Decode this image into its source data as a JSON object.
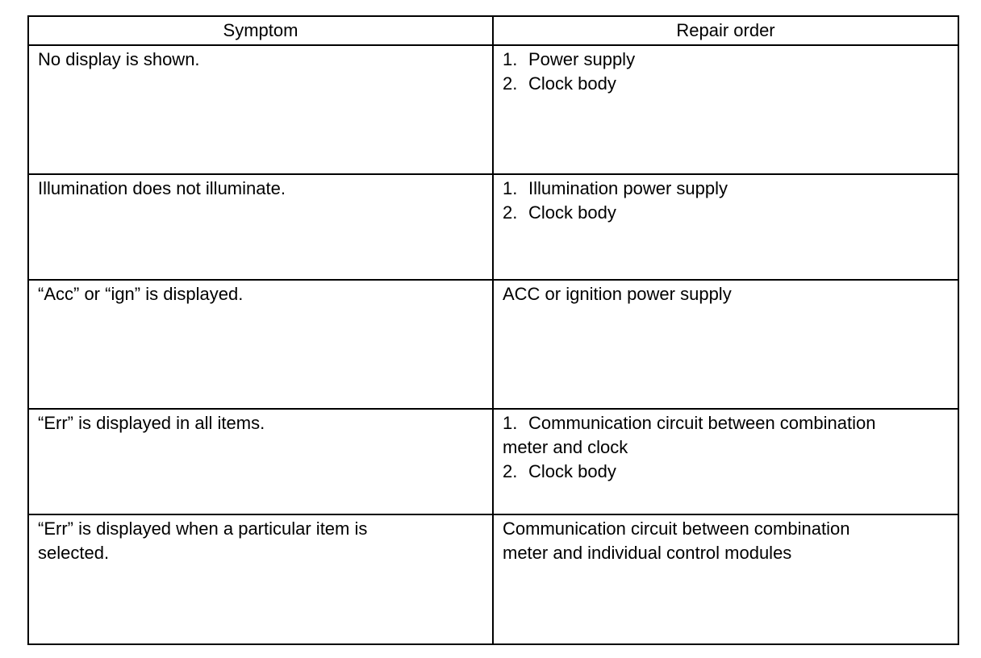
{
  "headers": {
    "symptom": "Symptom",
    "repair_order": "Repair order"
  },
  "rows": [
    {
      "symptom": "No display is shown.",
      "repair": {
        "lines": [
          {
            "num": "1.",
            "text": "Power supply"
          },
          {
            "num": "2.",
            "text": "Clock body"
          }
        ]
      }
    },
    {
      "symptom": "Illumination does not illuminate.",
      "repair": {
        "lines": [
          {
            "num": "1.",
            "text": "Illumination power supply"
          },
          {
            "num": "2.",
            "text": "Clock body"
          }
        ]
      }
    },
    {
      "symptom": "“Acc” or “ign” is displayed.",
      "repair": {
        "text": "ACC or ignition power supply"
      }
    },
    {
      "symptom": "“Err” is displayed in all items.",
      "repair": {
        "lines": [
          {
            "num": "1.",
            "text": "Communication circuit between combination",
            "continuation": "meter and clock"
          },
          {
            "num": "2.",
            "text": "Clock body"
          }
        ]
      }
    },
    {
      "symptom_line1": "“Err” is displayed when a particular item is",
      "symptom_line2": "selected.",
      "repair": {
        "line1": "Communication circuit between combination",
        "line2": "meter and individual control modules"
      }
    }
  ]
}
